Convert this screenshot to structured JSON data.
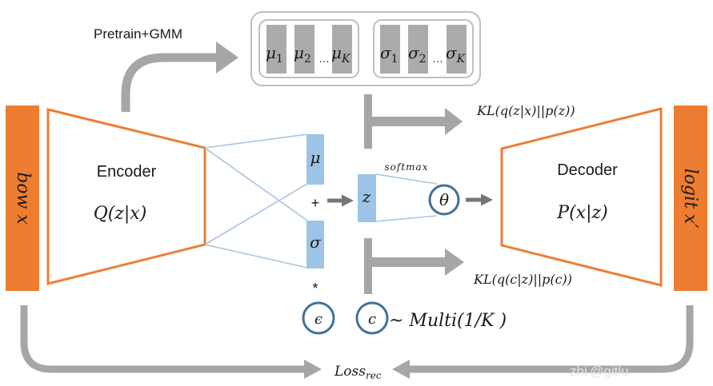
{
  "colors": {
    "orange": "#ED7D31",
    "blue_bar": "#9DC3E6",
    "blue_line": "#A9C4DF",
    "circle_stroke": "#41719C",
    "gray_arrow": "#A6A6A6",
    "dark_arrow": "#767676",
    "param_bar": "#ABABAB",
    "box_border": "#BFBFBF",
    "text": "#1A1A1A"
  },
  "input": {
    "label": "bow x"
  },
  "output": {
    "label": "logit x′"
  },
  "encoder": {
    "title": "Encoder",
    "formula": "Q(z|x)"
  },
  "decoder": {
    "title": "Decoder",
    "formula": "P(x|z)"
  },
  "pretrain": {
    "label": "Pretrain+GMM"
  },
  "gmm_params": {
    "mu": {
      "items": [
        "μ₁",
        "μ₂",
        "μ_K"
      ],
      "ellipsis": "…"
    },
    "sigma": {
      "items": [
        "σ₁",
        "σ₂",
        "σ_K"
      ],
      "ellipsis": "…"
    }
  },
  "latent": {
    "mu_label": "μ",
    "sigma_label": "σ",
    "plus": "+",
    "times": "*",
    "z_label": "z",
    "softmax_label": "softmax",
    "theta_label": "θ",
    "epsilon_label": "ϵ",
    "c_label": "c",
    "c_dist": "~ Multi(1/K )"
  },
  "losses": {
    "kl_z": "KL(q(z|x)||p(z))",
    "kl_c": "KL(q(c|z)||p(c))",
    "rec_main": "Loss",
    "rec_sub": "rec"
  },
  "watermark": {
    "text": "zhi @gitlu"
  }
}
